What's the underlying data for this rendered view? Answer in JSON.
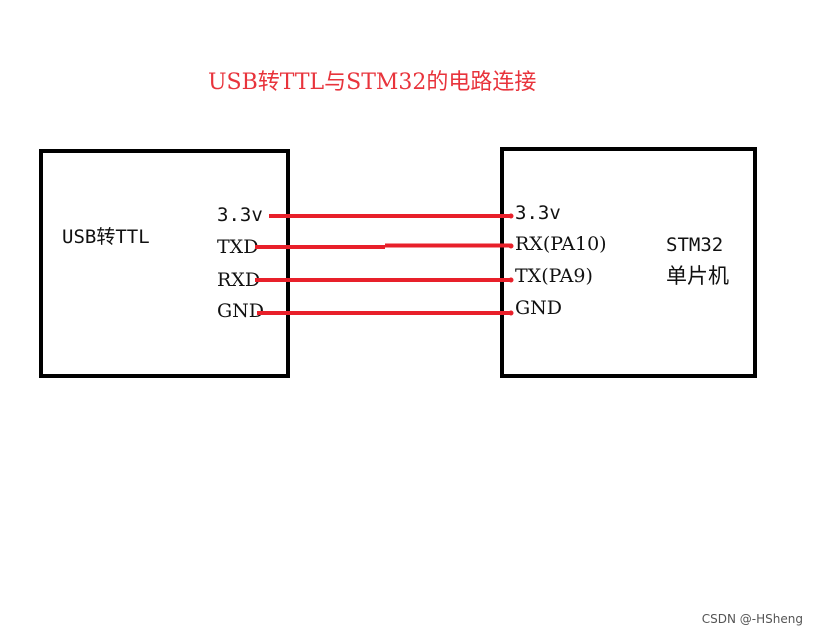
{
  "title": "USB转TTL与STM32的电路连接",
  "left_module": {
    "name": "USB转TTL",
    "pins": [
      "3.3v",
      "TXD",
      "RXD",
      "GND"
    ]
  },
  "right_module": {
    "name_line1": "STM32",
    "name_line2": "单片机",
    "pins": [
      "3.3v",
      "RX(PA10)",
      "TX(PA9)",
      "GND"
    ]
  },
  "wire_color": "#e8202a",
  "watermark": "CSDN @-HSheng"
}
